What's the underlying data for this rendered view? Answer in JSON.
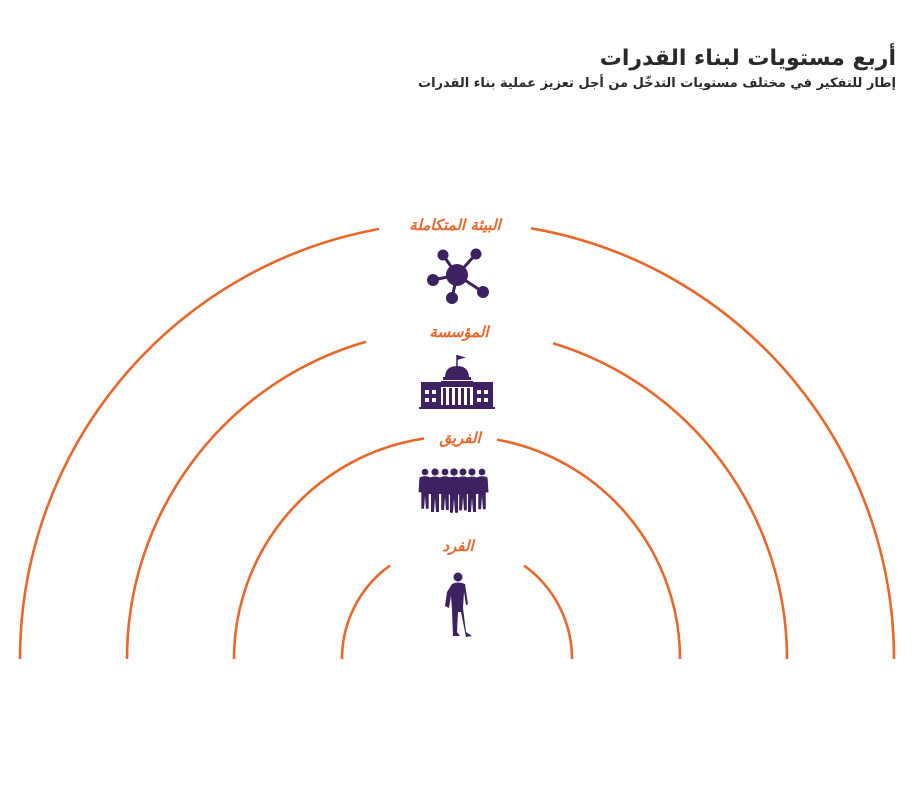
{
  "header": {
    "title": "أربع مستويات لبناء القدرات",
    "subtitle": "إطار للتفكير في مختلف مستويات التدخّل من أجل تعزيز عملية بناء القدرات"
  },
  "colors": {
    "arc": "#e8672a",
    "label": "#e8672a",
    "icon": "#3d2160",
    "text": "#2a2a2a"
  },
  "levels": [
    {
      "label": "البيئة المتكاملة",
      "icon": "network-icon"
    },
    {
      "label": "المؤسسة",
      "icon": "institution-building-icon"
    },
    {
      "label": "الفريق",
      "icon": "team-people-icon"
    },
    {
      "label": "الفرد",
      "icon": "person-icon"
    }
  ]
}
